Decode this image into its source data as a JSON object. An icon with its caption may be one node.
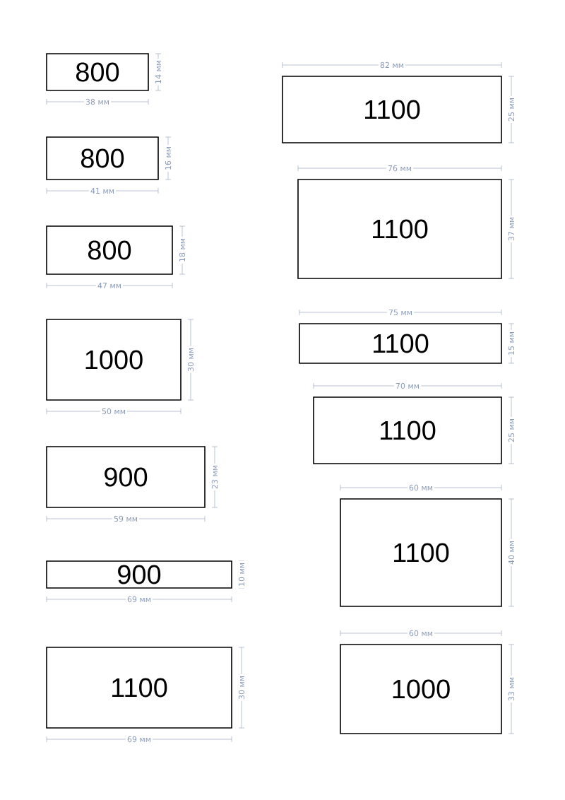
{
  "diagram": {
    "nodes": [
      {
        "text": [
          "800"
        ],
        "beside": [
          "38 мм",
          "14 мм"
        ]
      },
      {
        "text": [
          "800"
        ],
        "beside": [
          "41 мм",
          "16 мм"
        ]
      },
      {
        "text": [
          "800"
        ],
        "beside": [
          "47 мм",
          "18 мм"
        ]
      },
      {
        "text": [
          "1000"
        ],
        "beside": [
          "50 мм",
          "30 мм"
        ]
      },
      {
        "text": [
          "900"
        ],
        "beside": [
          "59 мм",
          "23 мм"
        ]
      },
      {
        "text": [
          "900"
        ],
        "beside": [
          "69 мм",
          "10 мм"
        ]
      },
      {
        "text": [
          "1100"
        ],
        "beside": [
          "69 мм",
          "30 мм"
        ]
      },
      {
        "text": [
          "1100"
        ],
        "beside": [
          "82 мм",
          "25 мм"
        ]
      },
      {
        "text": [
          "1100"
        ],
        "beside": [
          "76 мм",
          "37 мм"
        ]
      },
      {
        "text": [
          "1100"
        ],
        "beside": [
          "75 мм",
          "15 мм"
        ]
      },
      {
        "text": [
          "1100"
        ],
        "beside": [
          "70 мм",
          "25 мм"
        ]
      },
      {
        "text": [
          "1100"
        ],
        "beside": [
          "60 мм",
          "40 мм"
        ]
      },
      {
        "text": [
          "1000"
        ],
        "beside": [
          "60 мм",
          "33 мм"
        ]
      }
    ]
  }
}
